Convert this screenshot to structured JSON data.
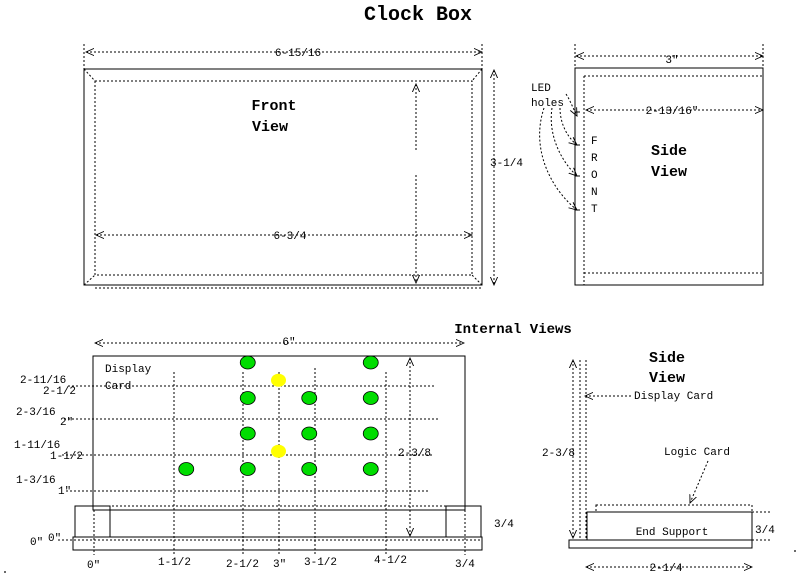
{
  "title": "Clock Box",
  "front_view": {
    "label_line1": "Front",
    "label_line2": "View",
    "width_outer": "6-15/16",
    "width_inner": "6-3/4",
    "height": "3-1/4"
  },
  "side_view_top": {
    "label_line1": "Side",
    "label_line2": "View",
    "width_outer": "3\"",
    "width_inner": "2-13/16\"",
    "led_label_line1": "LED",
    "led_label_line2": "holes",
    "front_letters": [
      "F",
      "R",
      "O",
      "N",
      "T"
    ]
  },
  "internal_views": {
    "title": "Internal Views",
    "width": "6\"",
    "display_card_line1": "Display",
    "display_card_line2": "Card",
    "height_right": "2-3/8",
    "end_height": "3/4",
    "y_labels": [
      "2-11/16",
      "2-1/2",
      "2-3/16",
      "2\"",
      "1-11/16",
      "1-1/2",
      "1-3/16",
      "1\"",
      "0\"",
      "0\""
    ],
    "x_labels": [
      "0\"",
      "1-1/2",
      "2-1/2",
      "3\"",
      "3-1/2",
      "4-1/2",
      "3/4"
    ]
  },
  "side_view_internal": {
    "label_line1": "Side",
    "label_line2": "View",
    "display_card": "Display Card",
    "logic_card": "Logic Card",
    "end_support": "End Support",
    "height": "2-3/8",
    "end_height": "3/4",
    "width": "2-1/4"
  },
  "leds": {
    "green": [
      {
        "x": 2.5,
        "y": 2.5
      },
      {
        "x": 4.5,
        "y": 2.5
      },
      {
        "x": 2.5,
        "y": 2
      },
      {
        "x": 3.5,
        "y": 2
      },
      {
        "x": 4.5,
        "y": 2
      },
      {
        "x": 2.5,
        "y": 1.5
      },
      {
        "x": 3.5,
        "y": 1.5
      },
      {
        "x": 4.5,
        "y": 1.5
      },
      {
        "x": 1.5,
        "y": 1
      },
      {
        "x": 2.5,
        "y": 1
      },
      {
        "x": 3.5,
        "y": 1
      },
      {
        "x": 4.5,
        "y": 1
      }
    ],
    "yellow": [
      {
        "x": 3,
        "y": 2.25
      },
      {
        "x": 3,
        "y": 1.25
      }
    ],
    "colors": {
      "green": "#00dd00",
      "yellow": "#ffff00"
    }
  }
}
